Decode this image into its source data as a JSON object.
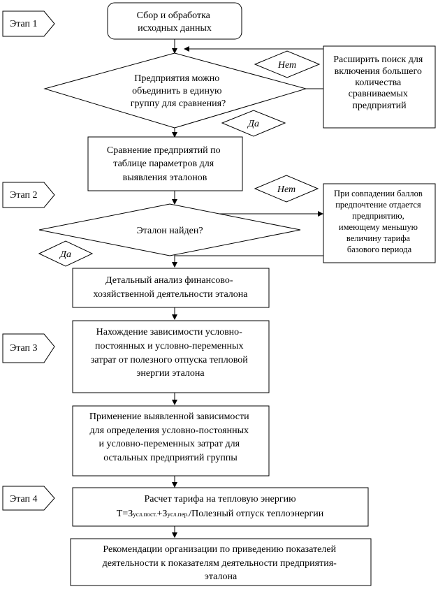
{
  "stages": {
    "s1": "Этап 1",
    "s2": "Этап 2",
    "s3": "Этап 3",
    "s4": "Этап 4"
  },
  "nodes": {
    "start": [
      "Сбор и обработка",
      "исходных данных"
    ],
    "decision1": [
      "Предприятия можно",
      "объединить в единую",
      "группу для сравнения?"
    ],
    "expand": [
      "Расширить поиск для",
      "включения большего",
      "количества",
      "сравниваемых",
      "предприятий"
    ],
    "compare": [
      "Сравнение предприятий по",
      "таблице параметров для",
      "выявления эталонов"
    ],
    "decision2": [
      "Эталон найден?"
    ],
    "tie": [
      "При совпадении баллов",
      "предпочтение отдается",
      "предприятию,",
      "имеющему меньшую",
      "величину тарифа",
      "базового периода"
    ],
    "analysis": [
      "Детальный анализ финансово-",
      "хозяйственной деятельности эталона"
    ],
    "dependency": [
      "Нахождение зависимости условно-",
      "постоянных и условно-переменных",
      "затрат от полезного отпуска тепловой",
      "энергии эталона"
    ],
    "apply": [
      "Применение выявленной зависимости",
      "для определения условно-постоянных",
      "и условно-переменных затрат для",
      "остальных предприятий группы"
    ],
    "tariff": {
      "line1": "Расчет тарифа на тепловую энергию",
      "t_prefix": "Т=З",
      "sub1": "усл.пост.",
      "plus": "+З",
      "sub2": "усл.пер.",
      "rest": "/Полезный отпуск теплоэнергии"
    },
    "recommend": [
      "Рекомендации  организации по приведению показателей",
      "деятельности к показателям деятельности предприятия-",
      "эталона"
    ]
  },
  "labels": {
    "no1": "Нет",
    "yes1": "Да",
    "no2": "Нет",
    "yes2": "Да"
  }
}
